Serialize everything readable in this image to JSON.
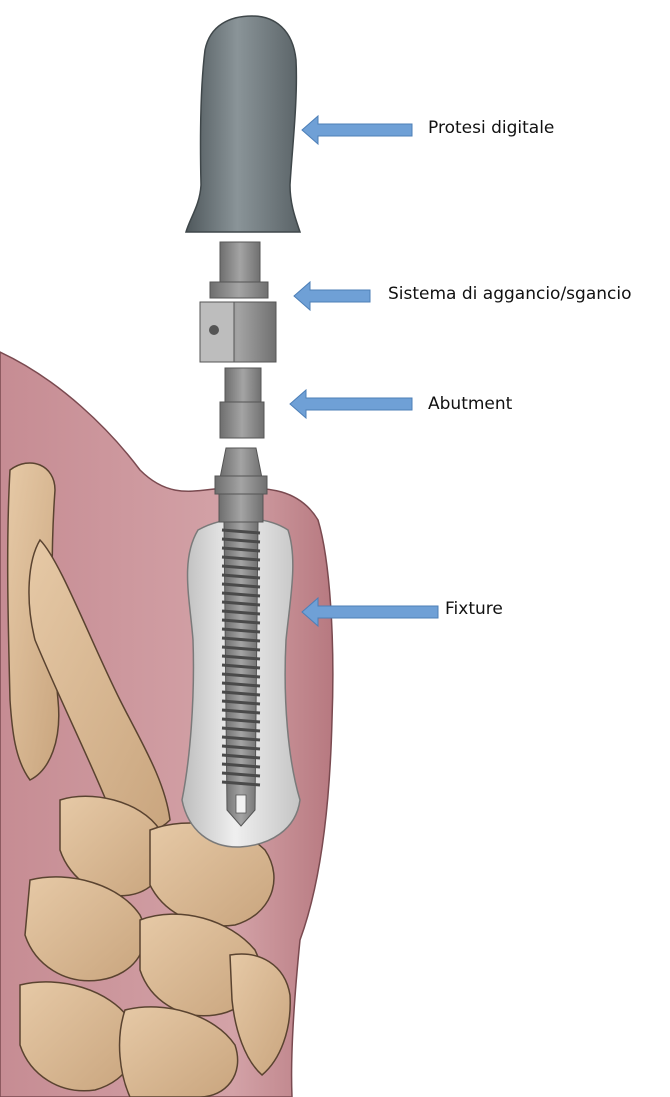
{
  "labels": {
    "protesi": "Protesi digitale",
    "sistema": "Sistema di aggancio/sgancio",
    "abutment": "Abutment",
    "fixture": "Fixture"
  },
  "colors": {
    "skin": "#c99299",
    "bone": "#d8b895",
    "implant_bone": "#dcdcdc",
    "metal": "#8c8c8c",
    "prosthesis": "#6f7a7e",
    "arrow": "#6fa0d6"
  }
}
